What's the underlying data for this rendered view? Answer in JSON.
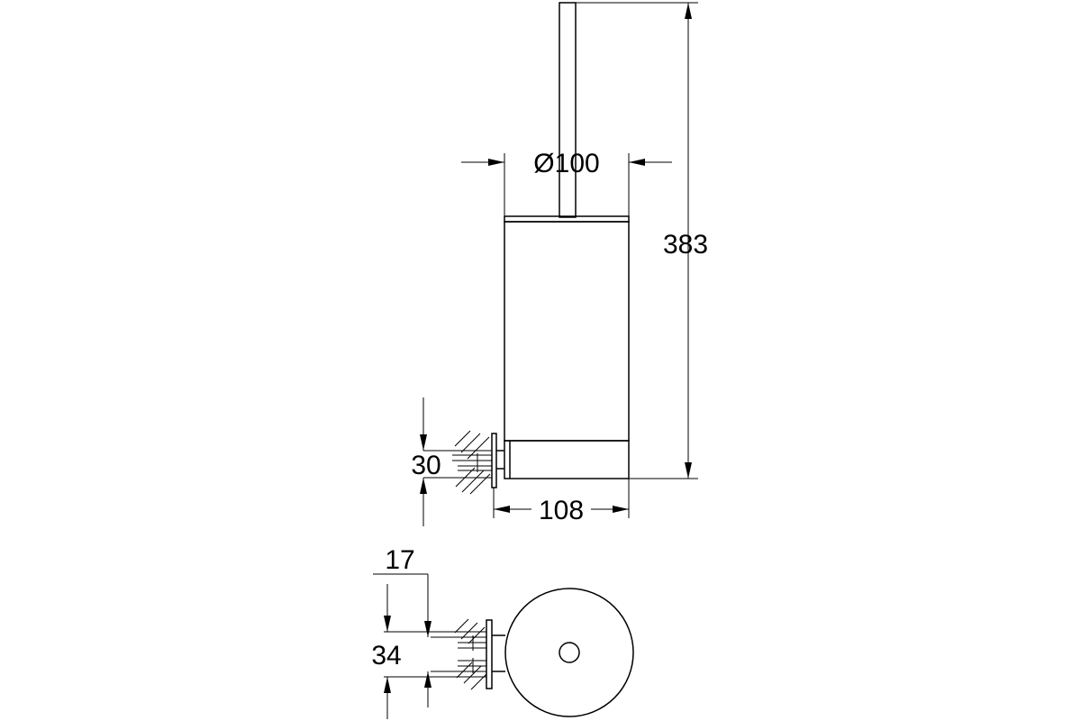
{
  "dimensions": {
    "diameter": "Ø100",
    "height": "383",
    "bracket_height": "30",
    "depth": "108",
    "wall_offset": "17",
    "plate_height": "34"
  },
  "colors": {
    "line": "#000000",
    "background": "#ffffff"
  }
}
